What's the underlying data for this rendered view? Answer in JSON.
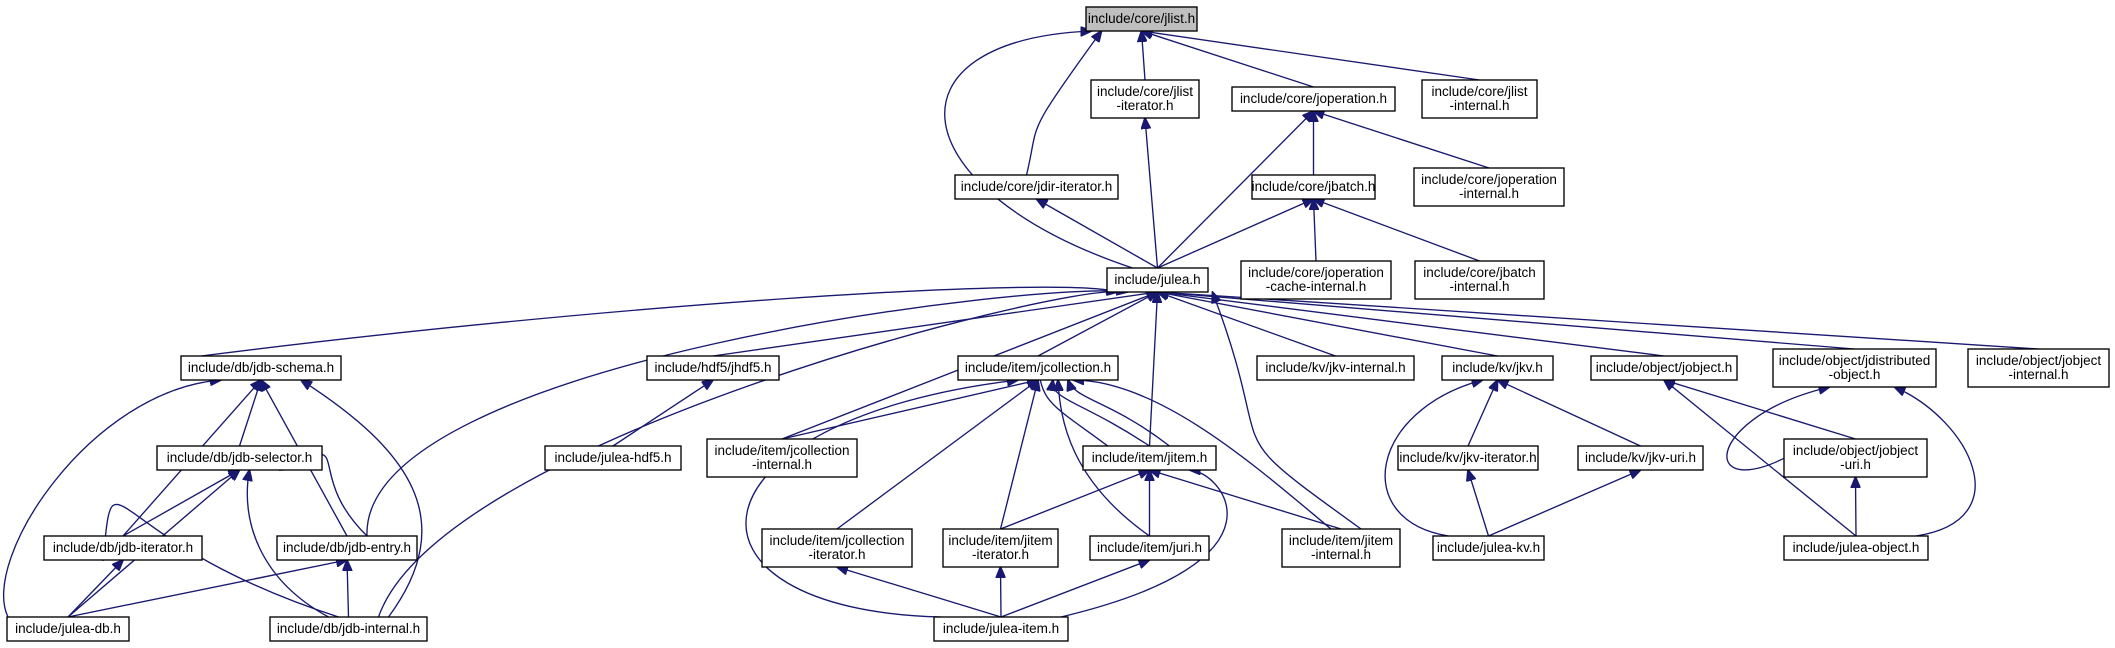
{
  "graph": {
    "root": "core_jlist",
    "nodes": [
      {
        "id": "core_jlist",
        "lines": [
          "include/core/jlist.h"
        ]
      },
      {
        "id": "core_jlist_iter",
        "lines": [
          "include/core/jlist",
          "-iterator.h"
        ]
      },
      {
        "id": "core_joperation",
        "lines": [
          "include/core/joperation.h"
        ]
      },
      {
        "id": "core_jlist_int",
        "lines": [
          "include/core/jlist",
          "-internal.h"
        ]
      },
      {
        "id": "core_jdir_iter",
        "lines": [
          "include/core/jdir-iterator.h"
        ]
      },
      {
        "id": "core_jbatch",
        "lines": [
          "include/core/jbatch.h"
        ]
      },
      {
        "id": "core_joperation_int",
        "lines": [
          "include/core/joperation",
          "-internal.h"
        ]
      },
      {
        "id": "julea",
        "lines": [
          "include/julea.h"
        ]
      },
      {
        "id": "core_jop_cache",
        "lines": [
          "include/core/joperation",
          "-cache-internal.h"
        ]
      },
      {
        "id": "core_jbatch_int",
        "lines": [
          "include/core/jbatch",
          "-internal.h"
        ]
      },
      {
        "id": "db_schema",
        "lines": [
          "include/db/jdb-schema.h"
        ]
      },
      {
        "id": "hdf5_jhdf5",
        "lines": [
          "include/hdf5/jhdf5.h"
        ]
      },
      {
        "id": "item_jcollection",
        "lines": [
          "include/item/jcollection.h"
        ]
      },
      {
        "id": "kv_int",
        "lines": [
          "include/kv/jkv-internal.h"
        ]
      },
      {
        "id": "kv_jkv",
        "lines": [
          "include/kv/jkv.h"
        ]
      },
      {
        "id": "object_jobject",
        "lines": [
          "include/object/jobject.h"
        ]
      },
      {
        "id": "object_jdistributed",
        "lines": [
          "include/object/jdistributed",
          "-object.h"
        ]
      },
      {
        "id": "object_jobject_int",
        "lines": [
          "include/object/jobject",
          "-internal.h"
        ]
      },
      {
        "id": "db_selector",
        "lines": [
          "include/db/jdb-selector.h"
        ]
      },
      {
        "id": "julea_hdf5",
        "lines": [
          "include/julea-hdf5.h"
        ]
      },
      {
        "id": "item_jcollection_int",
        "lines": [
          "include/item/jcollection",
          "-internal.h"
        ]
      },
      {
        "id": "item_jitem",
        "lines": [
          "include/item/jitem.h"
        ]
      },
      {
        "id": "kv_iter",
        "lines": [
          "include/kv/jkv-iterator.h"
        ]
      },
      {
        "id": "kv_uri",
        "lines": [
          "include/kv/jkv-uri.h"
        ]
      },
      {
        "id": "object_jobject_uri",
        "lines": [
          "include/object/jobject",
          "-uri.h"
        ]
      },
      {
        "id": "db_iterator",
        "lines": [
          "include/db/jdb-iterator.h"
        ]
      },
      {
        "id": "db_entry",
        "lines": [
          "include/db/jdb-entry.h"
        ]
      },
      {
        "id": "item_jcollection_iter",
        "lines": [
          "include/item/jcollection",
          "-iterator.h"
        ]
      },
      {
        "id": "item_jitem_iter",
        "lines": [
          "include/item/jitem",
          "-iterator.h"
        ]
      },
      {
        "id": "item_juri",
        "lines": [
          "include/item/juri.h"
        ]
      },
      {
        "id": "item_jitem_int",
        "lines": [
          "include/item/jitem",
          "-internal.h"
        ]
      },
      {
        "id": "julea_kv",
        "lines": [
          "include/julea-kv.h"
        ]
      },
      {
        "id": "julea_object",
        "lines": [
          "include/julea-object.h"
        ]
      },
      {
        "id": "julea_db",
        "lines": [
          "include/julea-db.h"
        ]
      },
      {
        "id": "db_internal",
        "lines": [
          "include/db/jdb-internal.h"
        ]
      },
      {
        "id": "julea_item",
        "lines": [
          "include/julea-item.h"
        ]
      }
    ],
    "edges": [
      {
        "from": "core_jlist_iter",
        "to": "core_jlist"
      },
      {
        "from": "core_joperation",
        "to": "core_jlist"
      },
      {
        "from": "core_jlist_int",
        "to": "core_jlist"
      },
      {
        "from": "core_jdir_iter",
        "to": "core_jlist"
      },
      {
        "from": "julea",
        "to": "core_jlist"
      },
      {
        "from": "julea",
        "to": "core_jlist_iter"
      },
      {
        "from": "core_jbatch",
        "to": "core_joperation"
      },
      {
        "from": "core_joperation_int",
        "to": "core_joperation"
      },
      {
        "from": "julea",
        "to": "core_joperation"
      },
      {
        "from": "julea",
        "to": "core_jdir_iter"
      },
      {
        "from": "julea",
        "to": "core_jbatch"
      },
      {
        "from": "core_jop_cache",
        "to": "core_jbatch"
      },
      {
        "from": "core_jbatch_int",
        "to": "core_jbatch"
      },
      {
        "from": "db_schema",
        "to": "julea"
      },
      {
        "from": "hdf5_jhdf5",
        "to": "julea"
      },
      {
        "from": "item_jcollection",
        "to": "julea"
      },
      {
        "from": "kv_int",
        "to": "julea"
      },
      {
        "from": "kv_jkv",
        "to": "julea"
      },
      {
        "from": "object_jobject",
        "to": "julea"
      },
      {
        "from": "object_jdistributed",
        "to": "julea"
      },
      {
        "from": "object_jobject_int",
        "to": "julea"
      },
      {
        "from": "item_jitem",
        "to": "julea"
      },
      {
        "from": "item_jcollection_int",
        "to": "julea"
      },
      {
        "from": "item_jitem_int",
        "to": "julea"
      },
      {
        "from": "db_entry",
        "to": "julea"
      },
      {
        "from": "db_internal",
        "to": "julea"
      },
      {
        "from": "db_selector",
        "to": "db_schema"
      },
      {
        "from": "db_iterator",
        "to": "db_schema"
      },
      {
        "from": "db_entry",
        "to": "db_schema"
      },
      {
        "from": "julea_db",
        "to": "db_schema"
      },
      {
        "from": "db_internal",
        "to": "db_schema"
      },
      {
        "from": "db_iterator",
        "to": "db_selector"
      },
      {
        "from": "db_entry",
        "to": "db_selector"
      },
      {
        "from": "julea_db",
        "to": "db_selector"
      },
      {
        "from": "db_internal",
        "to": "db_selector"
      },
      {
        "from": "julea_db",
        "to": "db_iterator"
      },
      {
        "from": "db_internal",
        "to": "db_iterator"
      },
      {
        "from": "julea_db",
        "to": "db_entry"
      },
      {
        "from": "db_internal",
        "to": "db_entry"
      },
      {
        "from": "julea_hdf5",
        "to": "hdf5_jhdf5"
      },
      {
        "from": "item_jcollection_int",
        "to": "item_jcollection"
      },
      {
        "from": "item_jitem",
        "to": "item_jcollection"
      },
      {
        "from": "item_jitem",
        "to": "item_jcollection"
      },
      {
        "from": "item_jcollection_iter",
        "to": "item_jcollection"
      },
      {
        "from": "item_jitem_iter",
        "to": "item_jcollection"
      },
      {
        "from": "item_juri",
        "to": "item_jcollection"
      },
      {
        "from": "item_jitem_int",
        "to": "item_jcollection"
      },
      {
        "from": "julea_item",
        "to": "item_jcollection"
      },
      {
        "from": "item_jcollection",
        "to": "item_jitem"
      },
      {
        "from": "item_jitem_iter",
        "to": "item_jitem"
      },
      {
        "from": "item_juri",
        "to": "item_jitem"
      },
      {
        "from": "item_jitem_int",
        "to": "item_jitem"
      },
      {
        "from": "julea_item",
        "to": "item_jitem"
      },
      {
        "from": "julea_item",
        "to": "item_jcollection_iter"
      },
      {
        "from": "julea_item",
        "to": "item_jitem_iter"
      },
      {
        "from": "julea_item",
        "to": "item_juri"
      },
      {
        "from": "kv_iter",
        "to": "kv_jkv"
      },
      {
        "from": "kv_uri",
        "to": "kv_jkv"
      },
      {
        "from": "julea_kv",
        "to": "kv_jkv"
      },
      {
        "from": "julea_kv",
        "to": "kv_iter"
      },
      {
        "from": "julea_kv",
        "to": "kv_uri"
      },
      {
        "from": "object_jobject_uri",
        "to": "object_jobject"
      },
      {
        "from": "julea_object",
        "to": "object_jobject"
      },
      {
        "from": "object_jobject_uri",
        "to": "object_jdistributed"
      },
      {
        "from": "julea_object",
        "to": "object_jdistributed"
      },
      {
        "from": "julea_object",
        "to": "object_jobject_uri"
      }
    ],
    "colors": {
      "edge": "#191970",
      "node_border": "#000000",
      "root_fill": "#bfbfbf",
      "node_fill": "#ffffff"
    }
  }
}
